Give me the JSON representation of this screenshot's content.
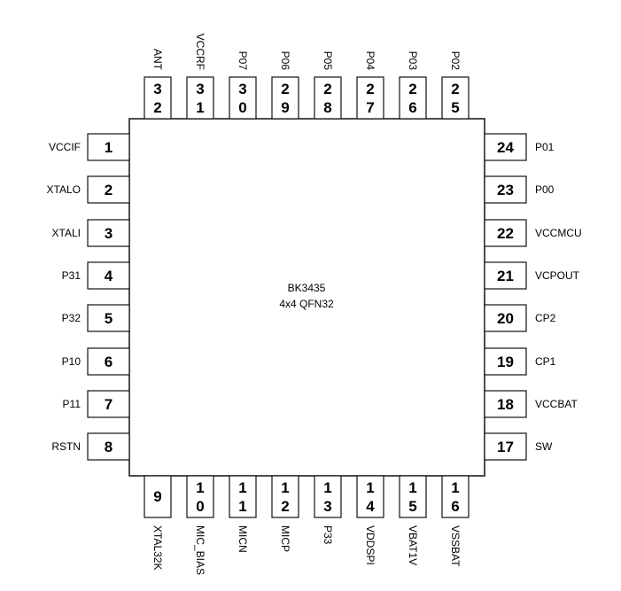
{
  "chip": {
    "name": "BK3435",
    "package": "4x4 QFN32"
  },
  "pins": {
    "left": [
      {
        "num": "1",
        "label": "VCCIF"
      },
      {
        "num": "2",
        "label": "XTALO"
      },
      {
        "num": "3",
        "label": "XTALI"
      },
      {
        "num": "4",
        "label": "P31"
      },
      {
        "num": "5",
        "label": "P32"
      },
      {
        "num": "6",
        "label": "P10"
      },
      {
        "num": "7",
        "label": "P11"
      },
      {
        "num": "8",
        "label": "RSTN"
      }
    ],
    "bottom": [
      {
        "num": "9",
        "label": "XTAL32K"
      },
      {
        "num": "10",
        "label": "MIC_BIAS"
      },
      {
        "num": "11",
        "label": "MICN"
      },
      {
        "num": "12",
        "label": "MICP"
      },
      {
        "num": "13",
        "label": "P33"
      },
      {
        "num": "14",
        "label": "VDDSPI"
      },
      {
        "num": "15",
        "label": "VBAT1V"
      },
      {
        "num": "16",
        "label": "VSSBAT"
      }
    ],
    "right": [
      {
        "num": "24",
        "label": "P01"
      },
      {
        "num": "23",
        "label": "P00"
      },
      {
        "num": "22",
        "label": "VCCMCU"
      },
      {
        "num": "21",
        "label": "VCPOUT"
      },
      {
        "num": "20",
        "label": "CP2"
      },
      {
        "num": "19",
        "label": "CP1"
      },
      {
        "num": "18",
        "label": "VCCBAT"
      },
      {
        "num": "17",
        "label": "SW"
      }
    ],
    "top": [
      {
        "num": "32",
        "label": "ANT"
      },
      {
        "num": "31",
        "label": "VCCRF"
      },
      {
        "num": "30",
        "label": "P07"
      },
      {
        "num": "29",
        "label": "P06"
      },
      {
        "num": "28",
        "label": "P05"
      },
      {
        "num": "27",
        "label": "P04"
      },
      {
        "num": "26",
        "label": "P03"
      },
      {
        "num": "25",
        "label": "P02"
      }
    ]
  }
}
